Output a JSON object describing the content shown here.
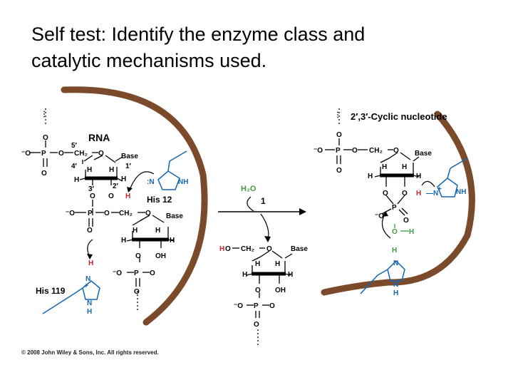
{
  "slide": {
    "title_line1": "Self test: Identify the enzyme class and",
    "title_line2": "catalytic mechanisms used."
  },
  "colors": {
    "enzyme_brown": "#7b4a2a",
    "residue_blue": "#1565b0",
    "water_green": "#3d9b3d",
    "proton_red": "#c62828"
  },
  "left": {
    "rna_label": "RNA",
    "his12_label": "His 12",
    "his119_label": "His 119"
  },
  "middle": {
    "water_label": "H₂O",
    "step_label": "1"
  },
  "right": {
    "product_label": "2′,3′-Cyclic nucleotide"
  },
  "footer": {
    "copyright": "© 2008 John Wiley & Sons, Inc. All rights reserved."
  }
}
